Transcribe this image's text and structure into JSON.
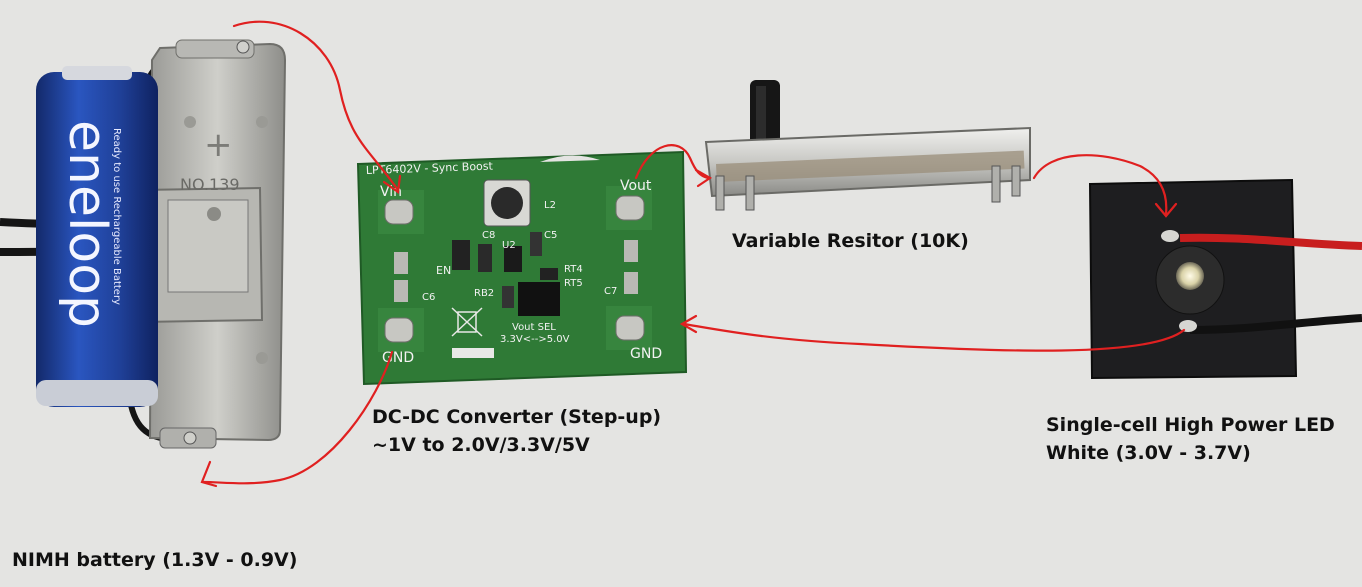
{
  "battery": {
    "brand": "eneloop",
    "tagline": "Ready to use Rechargeable Battery",
    "holder_marks": [
      "+",
      "NO.139"
    ],
    "caption": "NIMH battery (1.3V - 0.9V)"
  },
  "converter": {
    "silkscreen_header": "LPT6402V - Sync Boost",
    "pad_labels": {
      "vin": "Vin",
      "vout": "Vout",
      "gnd_left": "GND",
      "gnd_right": "GND",
      "en": "EN"
    },
    "component_labels": [
      "C8",
      "L2",
      "U2",
      "C5",
      "RT4",
      "RT5",
      "RB2",
      "C6",
      "C7"
    ],
    "vout_sel": [
      "Vout SEL",
      "3.3V<-->5.0V"
    ],
    "caption_lines": [
      "DC-DC Converter (Step-up)",
      "~1V to 2.0V/3.3V/5V"
    ]
  },
  "resistor": {
    "caption": "Variable Resitor (10K)"
  },
  "led": {
    "caption_lines": [
      "Single-cell High Power LED",
      "White (3.0V - 3.7V)"
    ]
  },
  "colors": {
    "background": "#e4e4e2",
    "pcb_green": "#2f7a36",
    "battery_blue": "#1f3f96",
    "wire_red": "#e02020",
    "led_board": "#1e1e20"
  }
}
